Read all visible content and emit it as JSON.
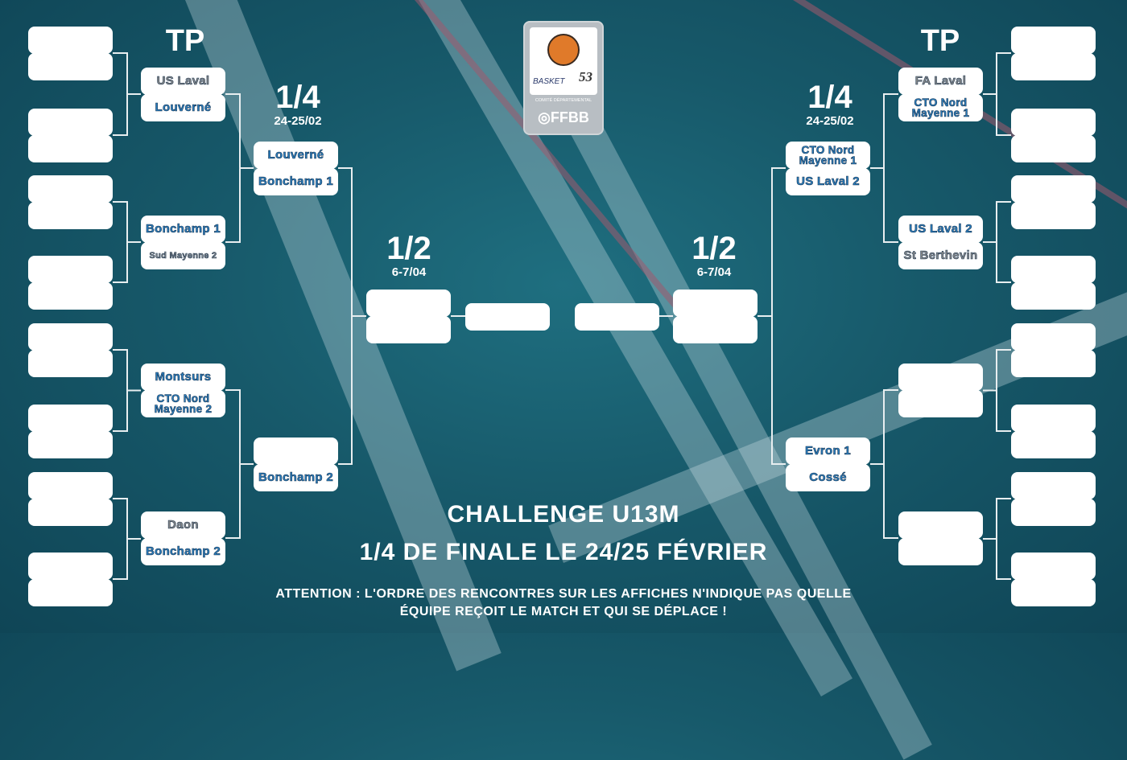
{
  "logo": {
    "brand": "BASKET53",
    "subtitle": "COMITÉ DÉPARTEMENTAL",
    "federation": "FFBB"
  },
  "colors": {
    "background": "#17596a",
    "team_blue": "#2a7fc0",
    "team_gray": "#8a8a8a"
  },
  "left": {
    "tp_label": "TP",
    "quarter": {
      "label": "1/4",
      "date": "24-25/02"
    },
    "semi": {
      "label": "1/2",
      "date": "6-7/04"
    },
    "tp_matches": [
      {
        "top": {
          "name": "US Laval",
          "color": "#8a8a8a"
        },
        "bottom": {
          "name": "Louverné",
          "color": "#2a7fc0"
        }
      },
      {
        "top": {
          "name": "Bonchamp 1",
          "color": "#2a7fc0"
        },
        "bottom": {
          "name": "Sud Mayenne 2",
          "color": "#8a8a8a"
        }
      },
      {
        "top": {
          "name": "Montsurs",
          "color": "#2a7fc0"
        },
        "bottom": {
          "name": "CTO Nord Mayenne 2",
          "color": "#2a7fc0"
        }
      },
      {
        "top": {
          "name": "Daon",
          "color": "#8a8a8a"
        },
        "bottom": {
          "name": "Bonchamp 2",
          "color": "#2a7fc0"
        }
      }
    ],
    "quarter_matches": [
      {
        "top": {
          "name": "Louverné",
          "color": "#2a7fc0"
        },
        "bottom": {
          "name": "Bonchamp 1",
          "color": "#2a7fc0"
        }
      },
      {
        "top": {
          "name": "",
          "color": "#2a7fc0"
        },
        "bottom": {
          "name": "Bonchamp 2",
          "color": "#2a7fc0"
        }
      }
    ]
  },
  "right": {
    "tp_label": "TP",
    "quarter": {
      "label": "1/4",
      "date": "24-25/02"
    },
    "semi": {
      "label": "1/2",
      "date": "6-7/04"
    },
    "tp_matches": [
      {
        "top": {
          "name": "FA Laval",
          "color": "#8a8a8a"
        },
        "bottom": {
          "name": "CTO Nord Mayenne 1",
          "color": "#2a7fc0"
        }
      },
      {
        "top": {
          "name": "US Laval 2",
          "color": "#2a7fc0"
        },
        "bottom": {
          "name": "St Berthevin",
          "color": "#8a8a8a"
        }
      },
      {
        "top": {
          "name": "",
          "color": "#2a7fc0"
        },
        "bottom": {
          "name": "",
          "color": "#2a7fc0"
        }
      },
      {
        "top": {
          "name": "",
          "color": "#2a7fc0"
        },
        "bottom": {
          "name": "",
          "color": "#2a7fc0"
        }
      }
    ],
    "quarter_matches": [
      {
        "top": {
          "name": "CTO Nord Mayenne 1",
          "color": "#2a7fc0"
        },
        "bottom": {
          "name": "US Laval 2",
          "color": "#2a7fc0"
        }
      },
      {
        "top": {
          "name": "Evron 1",
          "color": "#2a7fc0"
        },
        "bottom": {
          "name": "Cossé",
          "color": "#2a7fc0"
        }
      }
    ]
  },
  "footer": {
    "title": "CHALLENGE U13M",
    "subtitle": "1/4 DE FINALE LE 24/25 FÉVRIER",
    "notice_line1": "ATTENTION : L'ORDRE DES RENCONTRES SUR LES AFFICHES N'INDIQUE PAS QUELLE",
    "notice_line2": "ÉQUIPE REÇOIT LE MATCH ET QUI SE DÉPLACE !"
  }
}
